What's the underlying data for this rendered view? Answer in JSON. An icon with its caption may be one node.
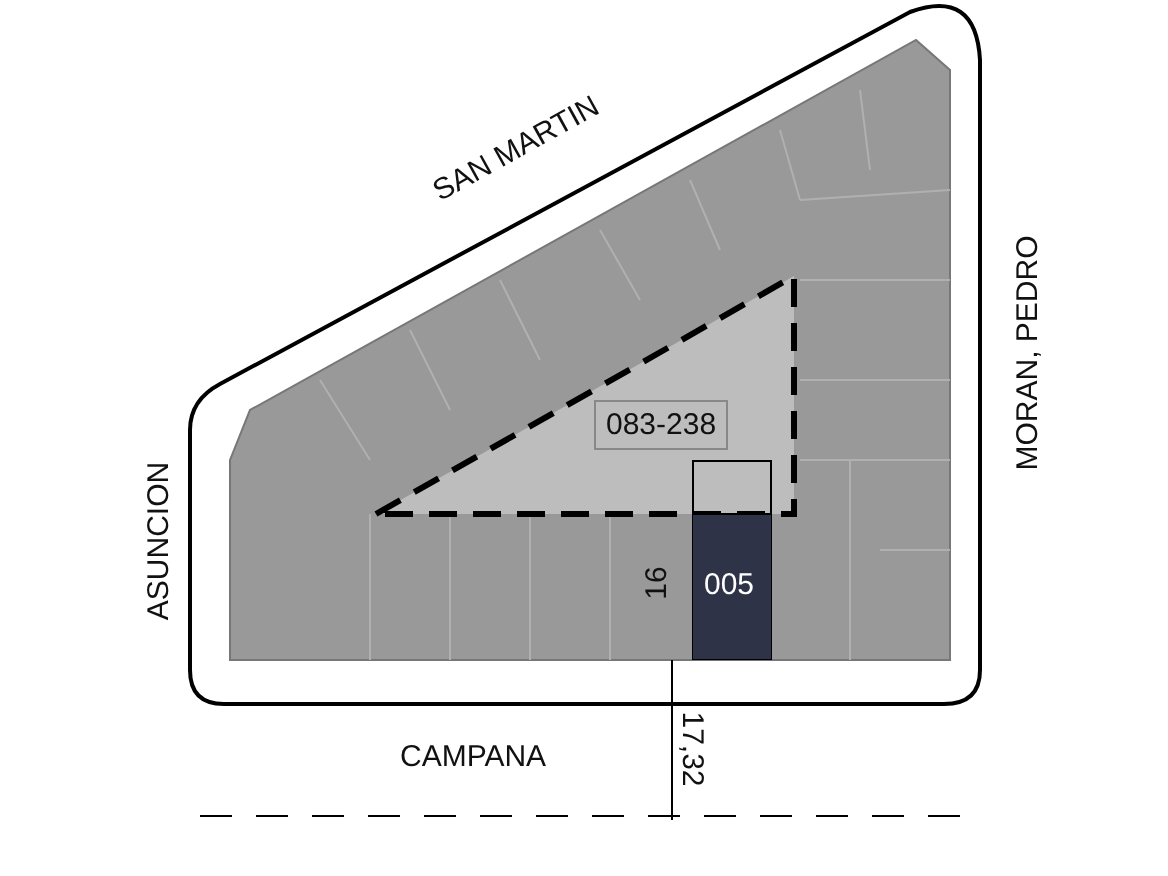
{
  "diagram": {
    "nodes": [
      {
        "text": [
          "083-238"
        ]
      },
      {
        "text": [
          "005"
        ]
      }
    ],
    "labels": [
      "SAN MARTIN",
      "MORAN, PEDRO",
      "ASUNCION",
      "16",
      "CAMPANA",
      "17,32"
    ]
  }
}
